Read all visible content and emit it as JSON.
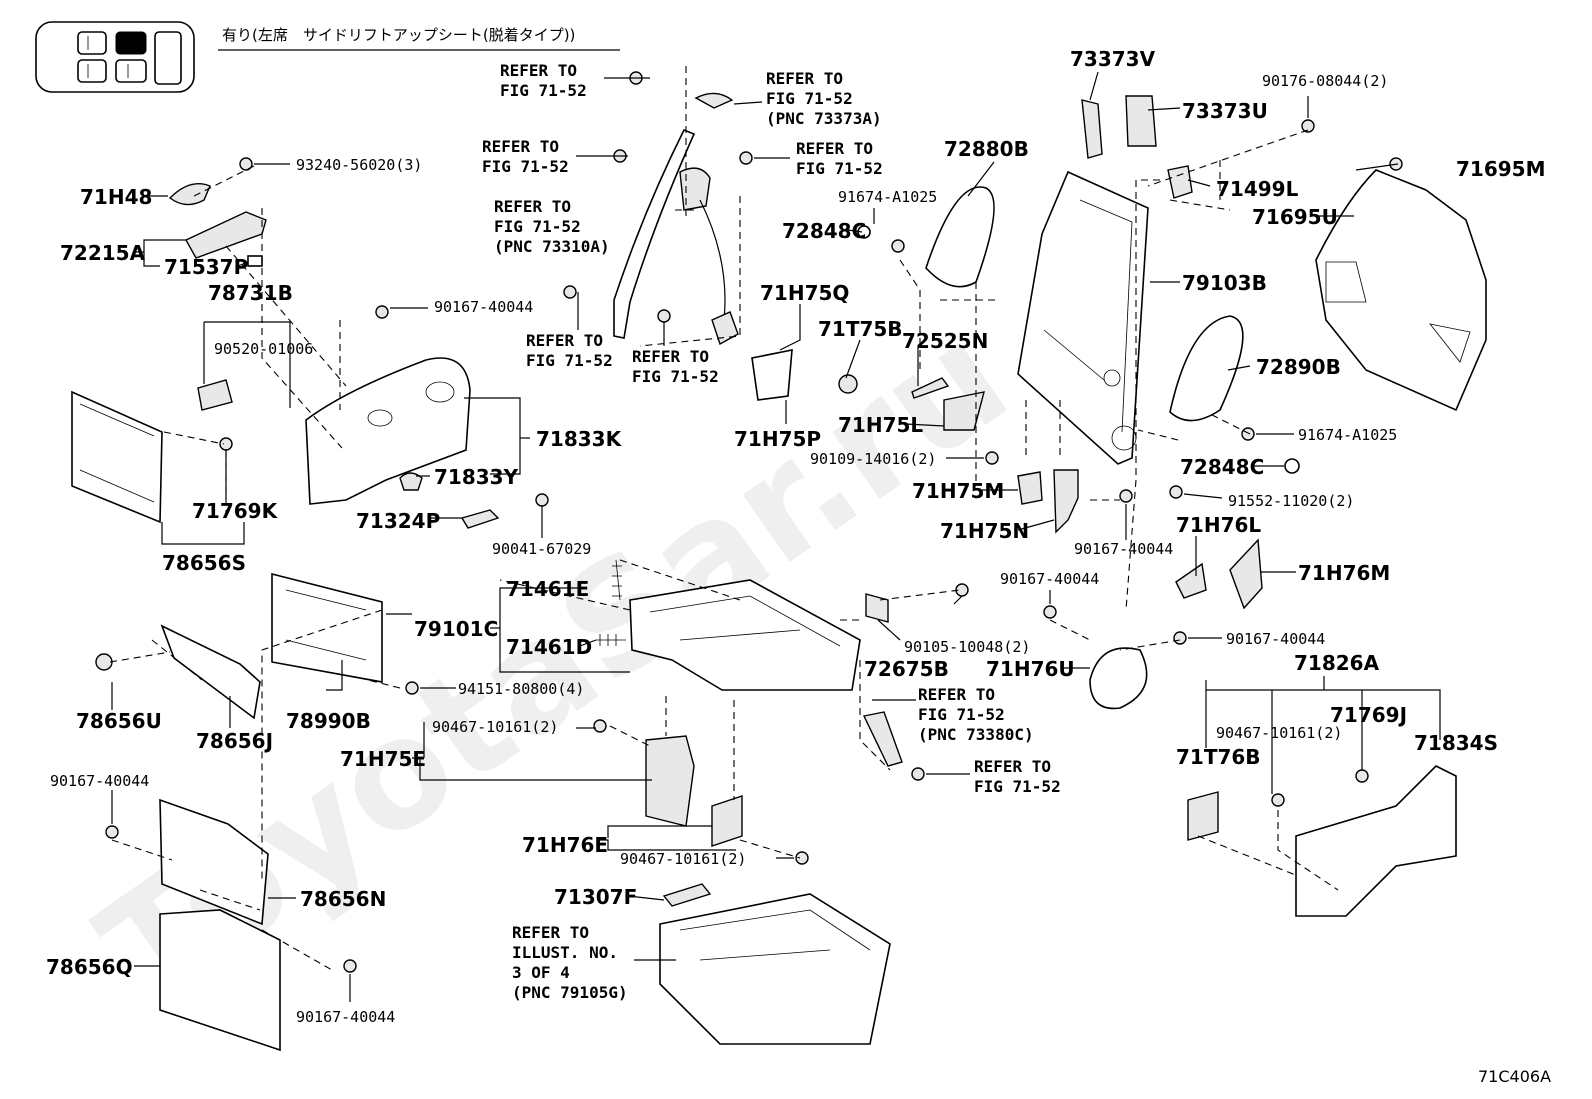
{
  "header": {
    "note": "有り(左席　サイドリフトアップシート(脱着タイプ))"
  },
  "watermark": "ToyotaSar.ru",
  "illustration_code": "71C406A",
  "refs": [
    {
      "id": "r1",
      "lines": [
        "REFER TO",
        "FIG 71-52"
      ]
    },
    {
      "id": "r2",
      "lines": [
        "REFER TO",
        "FIG 71-52",
        "(PNC 73373A)"
      ]
    },
    {
      "id": "r3",
      "lines": [
        "REFER TO",
        "FIG 71-52"
      ]
    },
    {
      "id": "r4",
      "lines": [
        "REFER TO",
        "FIG 71-52"
      ]
    },
    {
      "id": "r5",
      "lines": [
        "REFER TO",
        "FIG 71-52",
        "(PNC 73310A)"
      ]
    },
    {
      "id": "r6",
      "lines": [
        "REFER TO",
        "FIG 71-52"
      ]
    },
    {
      "id": "r7",
      "lines": [
        "REFER TO",
        "FIG 71-52"
      ]
    },
    {
      "id": "r8",
      "lines": [
        "REFER TO",
        "FIG 71-52",
        "(PNC 73380C)"
      ]
    },
    {
      "id": "r9",
      "lines": [
        "REFER TO",
        "FIG 71-52"
      ]
    },
    {
      "id": "r10",
      "lines": [
        "REFER TO",
        "ILLUST. NO.",
        "3 OF 4",
        "(PNC 79105G)"
      ]
    }
  ],
  "labels": {
    "p73373V": "73373V",
    "p73373U": "73373U",
    "p90176": "90176-08044(2)",
    "p71695M": "71695M",
    "p71695U": "71695U",
    "p71499L": "71499L",
    "p72880B": "72880B",
    "p91674a": "91674-A1025",
    "p72848Ca": "72848C",
    "p79103B": "79103B",
    "p72890B": "72890B",
    "p91674b": "91674-A1025",
    "p72848Cb": "72848C",
    "p91552": "91552-11020(2)",
    "p71H48": "71H48",
    "p93240": "93240-56020(3)",
    "p72215A": "72215A",
    "p71537P": "71537P",
    "p78731B": "78731B",
    "p90520": "90520-01006",
    "p90167a": "90167-40044",
    "p71833K": "71833K",
    "p71833Y": "71833Y",
    "p71769K": "71769K",
    "p78656S": "78656S",
    "p71324P": "71324P",
    "p90041": "90041-67029",
    "p71H75Q": "71H75Q",
    "p71T75B": "71T75B",
    "p72525N": "72525N",
    "p71H75P": "71H75P",
    "p71H75L": "71H75L",
    "p90109": "90109-14016(2)",
    "p71H75M": "71H75M",
    "p71H75N": "71H75N",
    "p90167b": "90167-40044",
    "p71H76L": "71H76L",
    "p71H76M": "71H76M",
    "p90167c": "90167-40044",
    "p71461E": "71461E",
    "p79101C": "79101C",
    "p71461D": "71461D",
    "p90105": "90105-10048(2)",
    "p72675B": "72675B",
    "p90167d": "90167-40044",
    "p71H76U": "71H76U",
    "p71826A": "71826A",
    "p94151": "94151-80800(4)",
    "p78656U": "78656U",
    "p78656J": "78656J",
    "p78990B": "78990B",
    "p90467a": "90467-10161(2)",
    "p71H75E": "71H75E",
    "p90467b": "90467-10161(2)",
    "p71769J": "71769J",
    "p71834S": "71834S",
    "p71T76B": "71T76B",
    "p90167e": "90167-40044",
    "p71H76E": "71H76E",
    "p90467c": "90467-10161(2)",
    "p78656N": "78656N",
    "p71307F": "71307F",
    "p78656Q": "78656Q",
    "p90167f": "90167-40044"
  }
}
